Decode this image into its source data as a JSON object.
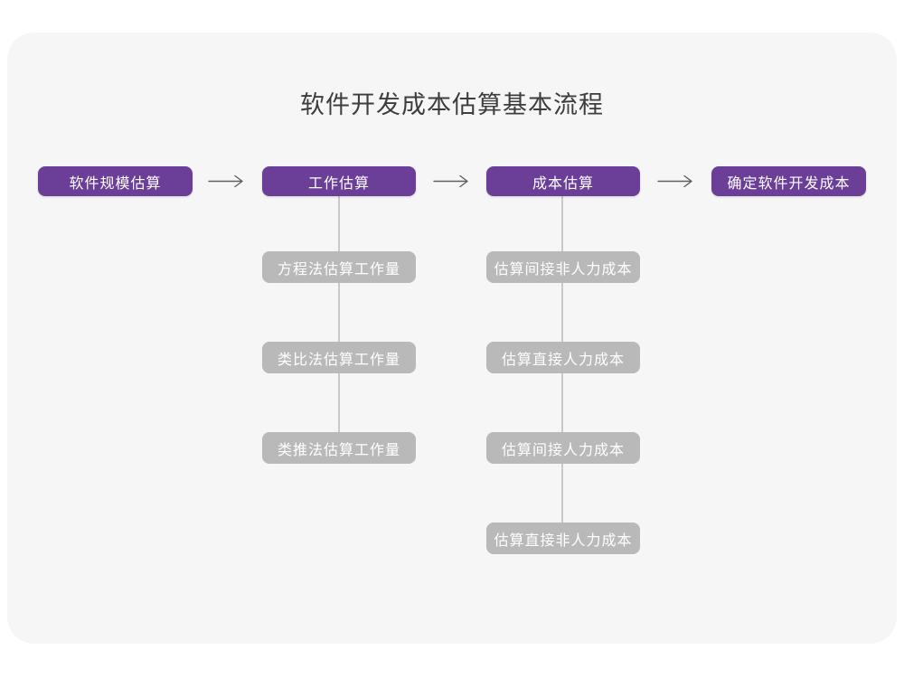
{
  "page": {
    "title": "软件开发成本估算基本流程"
  },
  "colors": {
    "page_background": "#ffffff",
    "card_background": "#f6f6f6",
    "stage_box": "#6b3e98",
    "sub_box": "#b9b9b9",
    "connector_line": "#c9c9c9",
    "arrow": "#606060",
    "title_text": "#3d3d3d",
    "box_text": "#ffffff"
  },
  "flow": {
    "stages": [
      {
        "label": "软件规模估算"
      },
      {
        "label": "工作估算"
      },
      {
        "label": "成本估算"
      },
      {
        "label": "确定软件开发成本"
      }
    ],
    "work_estimation_methods": [
      {
        "label": "方程法估算工作量"
      },
      {
        "label": "类比法估算工作量"
      },
      {
        "label": "类推法估算工作量"
      }
    ],
    "cost_estimation_items": [
      {
        "label": "估算间接非人力成本"
      },
      {
        "label": "估算直接人力成本"
      },
      {
        "label": "估算间接人力成本"
      },
      {
        "label": "估算直接非人力成本"
      }
    ]
  }
}
